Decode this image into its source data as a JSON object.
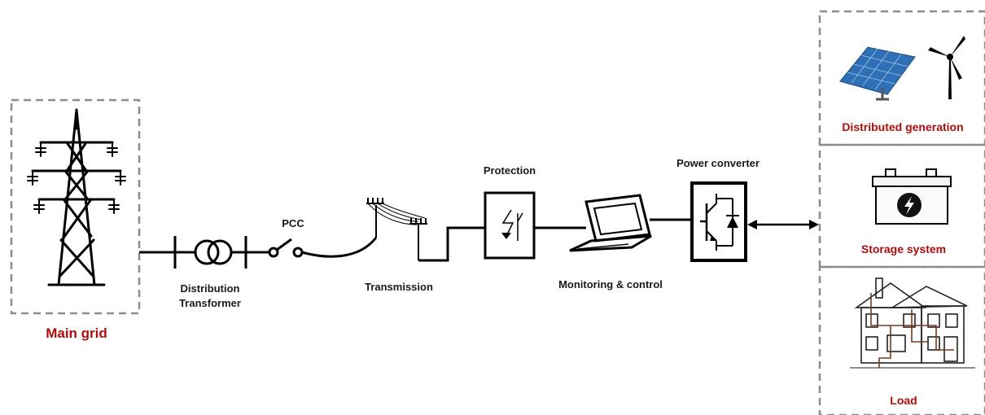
{
  "labels": {
    "main_grid": "Main grid",
    "distribution_transformer_line1": "Distribution",
    "distribution_transformer_line2": "Transformer",
    "pcc": "PCC",
    "transmission": "Transmission",
    "protection": "Protection",
    "monitoring_control": "Monitoring & control",
    "power_converter": "Power converter",
    "distributed_generation": "Distributed generation",
    "storage_system": "Storage system",
    "load": "Load"
  },
  "colors": {
    "line": "#000000",
    "dashed_box": "#8c8c8c",
    "highlight_label": "#b00d0d",
    "solar_panel": "#2f6fb5"
  },
  "icons": [
    "transmission-tower-icon",
    "transformer-icon",
    "switch-icon",
    "power-pole-icon",
    "breaker-icon",
    "computer-icon",
    "igbt-icon",
    "solar-panel-icon",
    "wind-turbine-icon",
    "battery-icon",
    "house-icon"
  ]
}
